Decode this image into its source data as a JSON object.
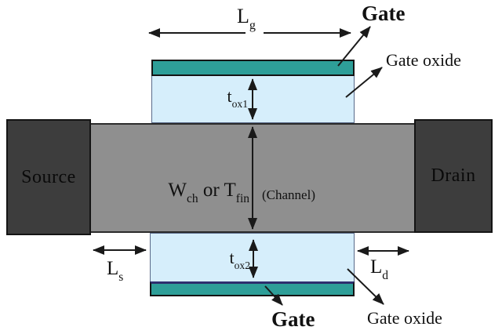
{
  "colors": {
    "teal": "#2e9e98",
    "oxide": "#d6eefb",
    "channel": "#8f8f8f",
    "contact": "#3d3d3d",
    "navy": "#2e2e6e",
    "ink": "#1a1a1a"
  },
  "labels": {
    "source": "Source",
    "drain": "Drain",
    "gate_top": "Gate",
    "gate_bottom": "Gate",
    "gate_oxide_top": "Gate oxide",
    "gate_oxide_bottom": "Gate oxide",
    "lg": {
      "main": "L",
      "sub": "g"
    },
    "ls": {
      "main": "L",
      "sub": "s"
    },
    "ld": {
      "main": "L",
      "sub": "d"
    },
    "tox1": {
      "main": "t",
      "sub": "ox1"
    },
    "tox2": {
      "main": "t",
      "sub": "ox2"
    },
    "channel_dim": {
      "w_main": "W",
      "w_sub": "ch",
      "or_t": " or T",
      "t_sub": "fin",
      "paren": "(Channel)"
    }
  }
}
